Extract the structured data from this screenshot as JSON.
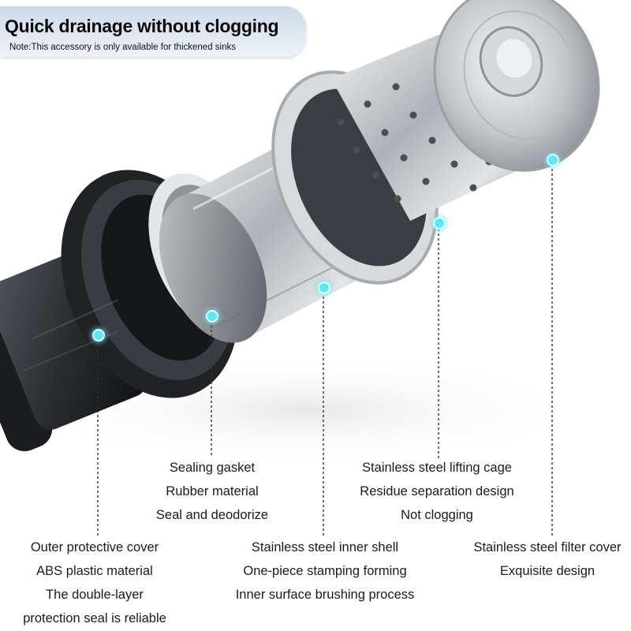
{
  "header": {
    "title": "Quick drainage without clogging",
    "note": "Note:This accessory is only available for thickened sinks"
  },
  "labels": {
    "sealing_gasket": [
      "Sealing gasket",
      "Rubber material",
      "Seal and deodorize"
    ],
    "lifting_cage": [
      "Stainless steel lifting cage",
      "Residue separation design",
      "Not clogging"
    ],
    "outer_cover": [
      "Outer protective cover",
      "ABS plastic material",
      "The double-layer",
      "protection seal is reliable"
    ],
    "inner_shell": [
      "Stainless steel inner shell",
      "One-piece stamping forming",
      "Inner surface brushing process"
    ],
    "filter_cover": [
      "Stainless steel filter cover",
      "Exquisite design"
    ]
  },
  "colors": {
    "callout_dot": "#5fe8f2",
    "banner": "#d6e0ee",
    "rubber": "#2a2c30",
    "steel": "#c9cbcf"
  },
  "icons": [
    "callout-dot-icon"
  ]
}
